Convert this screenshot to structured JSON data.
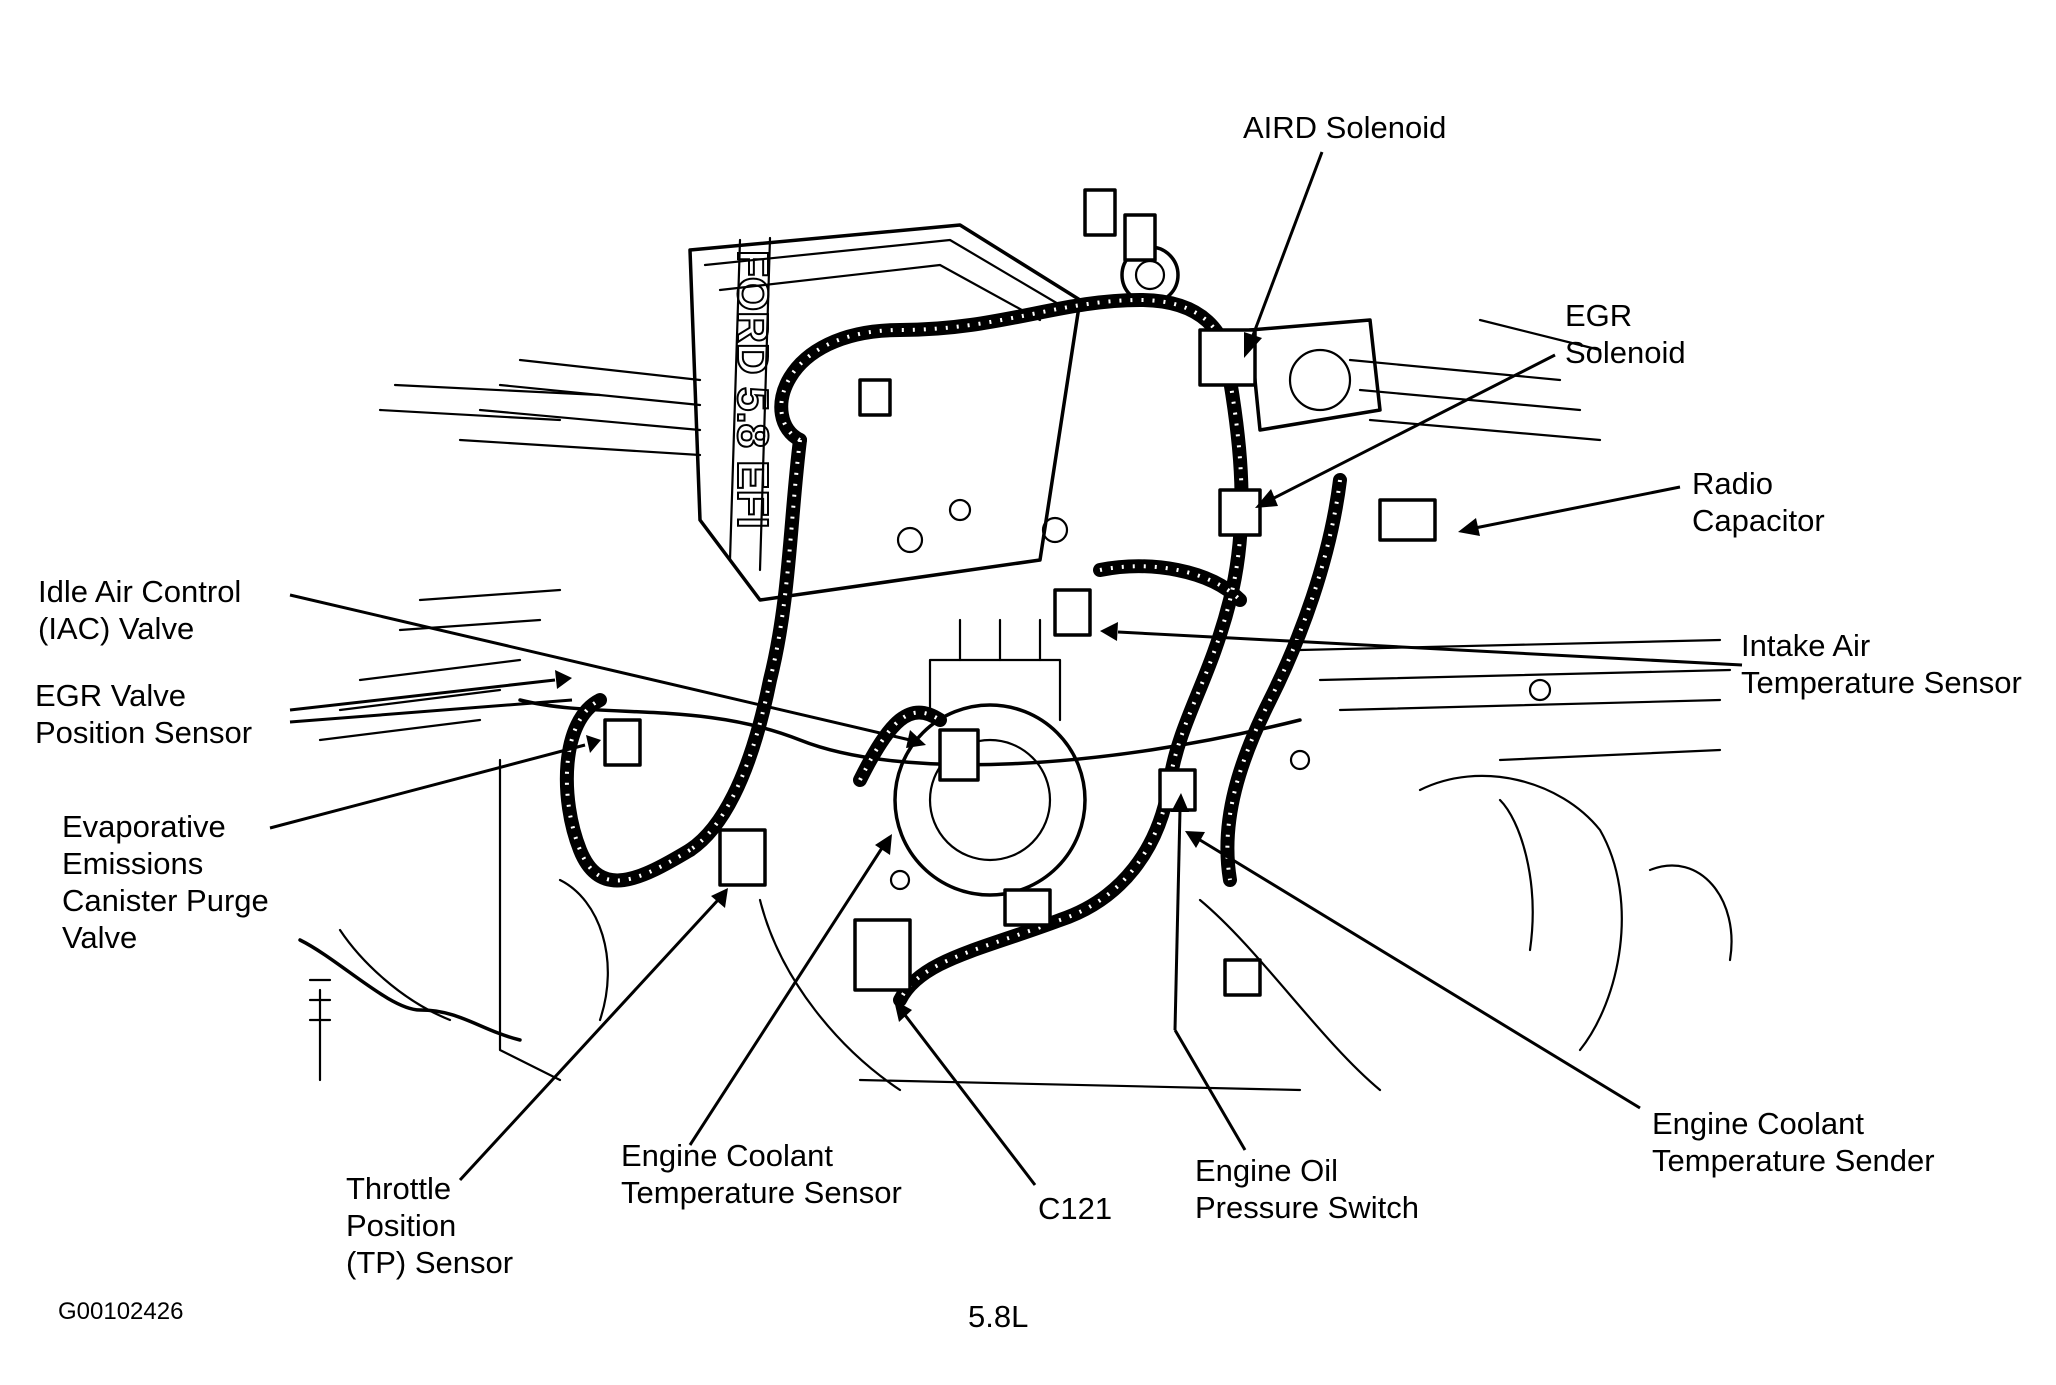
{
  "figure_id": "G00102426",
  "engine_label": "5.8L",
  "engine_cover_text": "FORD 5.8 EFI",
  "callouts": {
    "aird": [
      "AIRD Solenoid"
    ],
    "egr_solenoid": [
      "EGR",
      "Solenoid"
    ],
    "radio_capacitor": [
      "Radio",
      "Capacitor"
    ],
    "iac_valve": [
      "Idle Air Control",
      "(IAC) Valve"
    ],
    "egr_position": [
      "EGR Valve",
      "Position Sensor"
    ],
    "intake_air": [
      "Intake Air",
      "Temperature Sensor"
    ],
    "evap_purge": [
      "Evaporative",
      "Emissions",
      "Canister Purge",
      "Valve"
    ],
    "tp_sensor": [
      "Throttle",
      "Position",
      "(TP) Sensor"
    ],
    "ect_sensor": [
      "Engine Coolant",
      "Temperature Sensor"
    ],
    "c121": [
      "C121"
    ],
    "oil_pressure": [
      "Engine Oil",
      "Pressure Switch"
    ],
    "ect_sender": [
      "Engine Coolant",
      "Temperature Sender"
    ]
  }
}
